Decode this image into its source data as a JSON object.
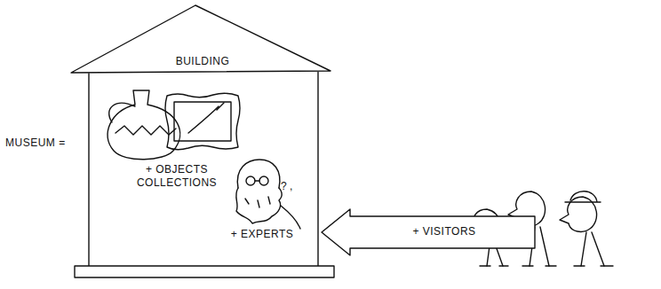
{
  "diagram": {
    "nodes": [
      {
        "text": [
          "BUILDING"
        ]
      },
      {
        "text": [
          "+ VISITORS"
        ]
      }
    ],
    "labels": [
      "MUSEUM =",
      "+ OBJECTS COLLECTIONS",
      "+ EXPERTS"
    ]
  }
}
